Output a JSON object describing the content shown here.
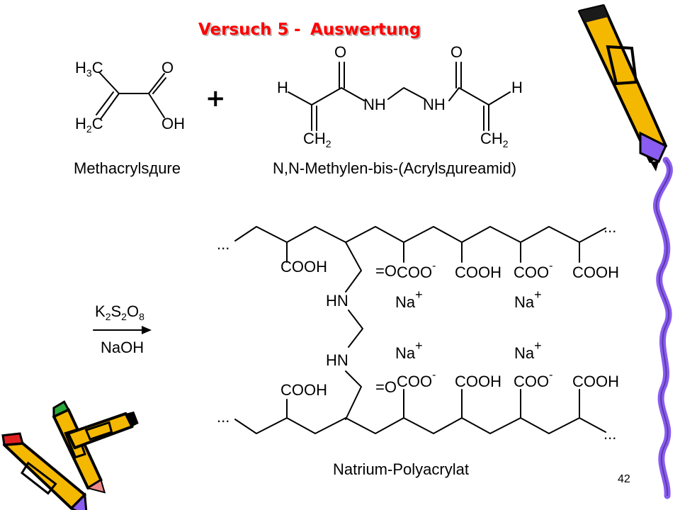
{
  "slide": {
    "title_main": "Versuch 5",
    "title_sep": "-",
    "title_sub": "Auswertung",
    "page_number": "42"
  },
  "reactants": {
    "plus": "+",
    "methacrylic": {
      "label": "Methacrylsдure",
      "atoms": {
        "h3c": "H3C",
        "h2c": "H2C",
        "o": "O",
        "oh": "OH"
      }
    },
    "bisacrylamide": {
      "label": "N,N-Methylen-bis-(Acrylsдureamid)",
      "atoms": {
        "h_left": "H",
        "h_right": "H",
        "o_left": "O",
        "o_right": "O",
        "nh_left": "NH",
        "nh_right": "NH",
        "ch2_left": "CH2",
        "ch2_right": "CH2"
      }
    }
  },
  "conditions": {
    "above": "K2S2O8",
    "below": "NaOH"
  },
  "product": {
    "label": "Natrium-Polyacrylat",
    "ellipsis": "...",
    "top_groups": [
      "COOH",
      "COO-",
      "COOH",
      "COO-",
      "COOH"
    ],
    "bottom_groups": [
      "COOH",
      "COO-",
      "COOH",
      "COO-",
      "COOH"
    ],
    "cation": "Na+",
    "hn": "HN",
    "o": "O",
    "carbonyl_o": "=O"
  },
  "colors": {
    "title": "#ff0000",
    "pencil_body": "#f5b800",
    "pencil_accent": "#8a5cf0",
    "wavy_line": "#8a5cf0"
  }
}
